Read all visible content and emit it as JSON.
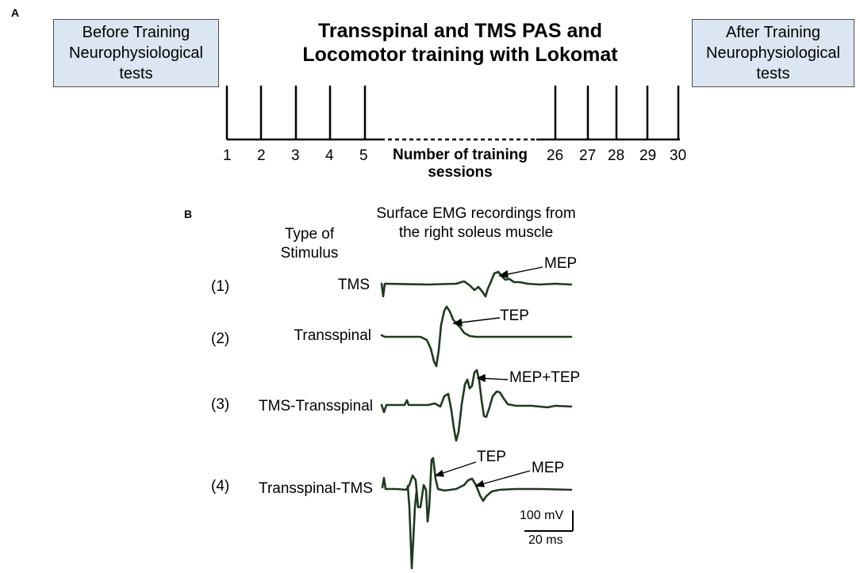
{
  "panel_a": {
    "letter": "A",
    "title_line1": "Transspinal and TMS PAS and",
    "title_line2": "Locomotor training with Lokomat",
    "before_box": [
      "Before Training",
      "Neurophysiological",
      "tests"
    ],
    "after_box": [
      "After Training",
      "Neurophysiological",
      "tests"
    ],
    "ticks_left": [
      "1",
      "2",
      "3",
      "4",
      "5"
    ],
    "ticks_right": [
      "26",
      "27",
      "28",
      "29",
      "30"
    ],
    "center_label_line1": "Number of training",
    "center_label_line2": "sessions"
  },
  "panel_b": {
    "letter": "B",
    "header_line1": "Surface EMG recordings from",
    "header_line2": "the right soleus muscle",
    "type_line1": "Type of",
    "type_line2": "Stimulus",
    "rows": [
      {
        "num": "(1)",
        "name": "TMS",
        "labels": [
          "MEP"
        ]
      },
      {
        "num": "(2)",
        "name": "Transspinal",
        "labels": [
          "TEP"
        ]
      },
      {
        "num": "(3)",
        "name": "TMS-Transspinal",
        "labels": [
          "MEP+TEP"
        ]
      },
      {
        "num": "(4)",
        "name": "Transspinal-TMS",
        "labels": [
          "TEP",
          "MEP"
        ]
      }
    ],
    "scale_y": "100 mV",
    "scale_x": "20 ms"
  },
  "colors": {
    "trace": "#1f3a1f",
    "box_fill": "#dce6f2",
    "line": "#000000"
  }
}
